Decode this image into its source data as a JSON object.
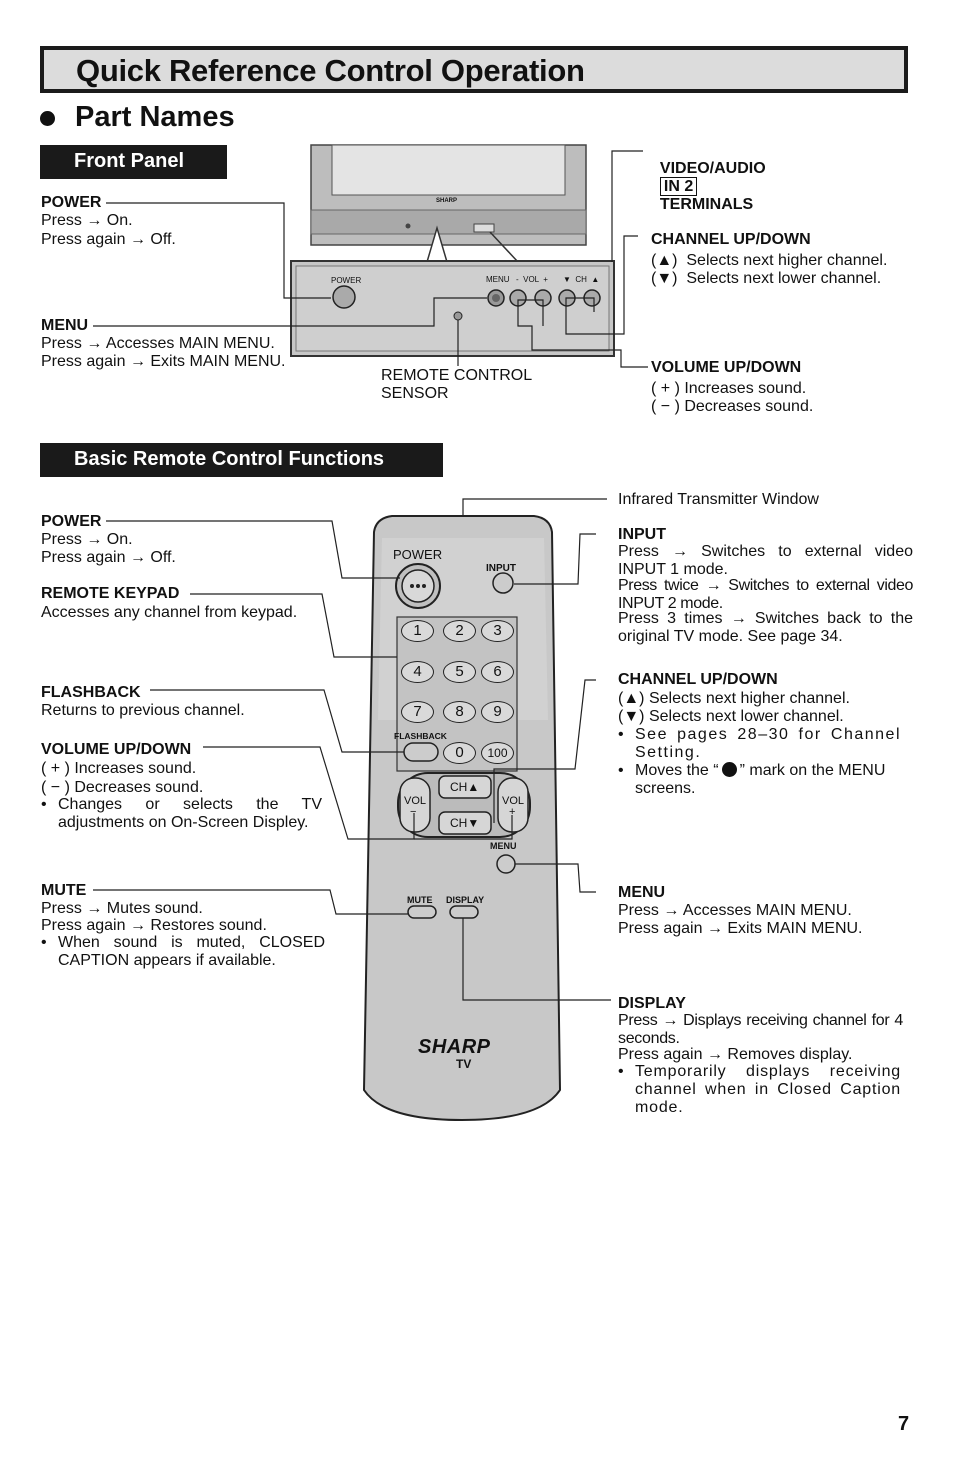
{
  "page": {
    "title": "Quick Reference Control Operation",
    "section": "Part Names",
    "page_number": "7"
  },
  "front_panel": {
    "heading": "Front Panel",
    "power": {
      "label": "POWER",
      "lines": [
        "Press → On.",
        "Press again → Off."
      ]
    },
    "menu": {
      "label": "MENU",
      "lines": [
        "Press → Accesses MAIN MENU.",
        "Press again → Exits MAIN MENU."
      ]
    },
    "sensor": {
      "lines": [
        "REMOTE CONTROL",
        "SENSOR"
      ]
    },
    "video_audio": {
      "prefix": "VIDEO/AUDIO",
      "boxed": "IN 2",
      "suffix": "TERMINALS"
    },
    "channel": {
      "label": "CHANNEL UP/DOWN",
      "lines": [
        "(▲)  Selects next higher channel.",
        "(▼)  Selects next lower channel."
      ]
    },
    "volume": {
      "label": "VOLUME UP/DOWN",
      "lines": [
        "( + ) Increases sound.",
        "( − ) Decreases sound."
      ]
    },
    "panel_text": {
      "power": "POWER",
      "menu": "MENU",
      "vol": "-  VOL  +",
      "ch": "▼  CH  ▲",
      "brand": "SHARP"
    }
  },
  "remote": {
    "heading": "Basic Remote Control Functions",
    "infrared": "Infrared Transmitter Window",
    "power": {
      "label": "POWER",
      "lines": [
        "Press → On.",
        "Press again → Off."
      ]
    },
    "keypad": {
      "label": "REMOTE KEYPAD",
      "lines": [
        "Accesses any channel from keypad."
      ]
    },
    "flashback": {
      "label": "FLASHBACK",
      "lines": [
        "Returns to previous channel."
      ]
    },
    "volume": {
      "label": "VOLUME UP/DOWN",
      "lines": [
        "( + ) Increases sound.",
        "( − ) Decreases sound."
      ],
      "bullet": "Changes or selects the TV adjustments on On-Screen Displey."
    },
    "mute": {
      "label": "MUTE",
      "lines": [
        "Press → Mutes sound.",
        "Press again → Restores sound."
      ],
      "bullet": "When sound is muted, CLOSED CAPTION appears if available."
    },
    "input": {
      "label": "INPUT",
      "paras": [
        "Press → Switches to external video INPUT 1 mode.",
        "Press twice → Switches to external video INPUT 2 mode.",
        "Press 3 times → Switches back to the original TV mode. See page 34."
      ]
    },
    "channel": {
      "label": "CHANNEL UP/DOWN",
      "lines": [
        "(▲) Selects next higher channel.",
        "(▼) Selects next lower channel."
      ],
      "bullet1": "See pages 28–30 for Channel Setting.",
      "bullet2_pre": "Moves the “",
      "bullet2_post": "” mark on the MENU screens."
    },
    "menu": {
      "label": "MENU",
      "lines": [
        "Press → Accesses MAIN MENU.",
        "Press again → Exits MAIN MENU."
      ]
    },
    "display": {
      "label": "DISPLAY",
      "para1": "Press → Displays receiving channel for 4 seconds.",
      "para2": "Press again → Removes display.",
      "bullet": "Temporarily displays receiving channel when in Closed Caption mode."
    },
    "buttons": {
      "power": "POWER",
      "input": "INPUT",
      "flashback": "FLASHBACK",
      "menu": "MENU",
      "mute": "MUTE",
      "display": "DISPLAY",
      "ch_up": "CH▲",
      "ch_down": "CH▼",
      "vol_minus": "VOL",
      "vol_plus": "VOL",
      "minus": "−",
      "plus": "+",
      "keys": [
        "1",
        "2",
        "3",
        "4",
        "5",
        "6",
        "7",
        "8",
        "9",
        "0",
        "100"
      ]
    },
    "brand": "SHARP",
    "brand_sub": "TV"
  }
}
